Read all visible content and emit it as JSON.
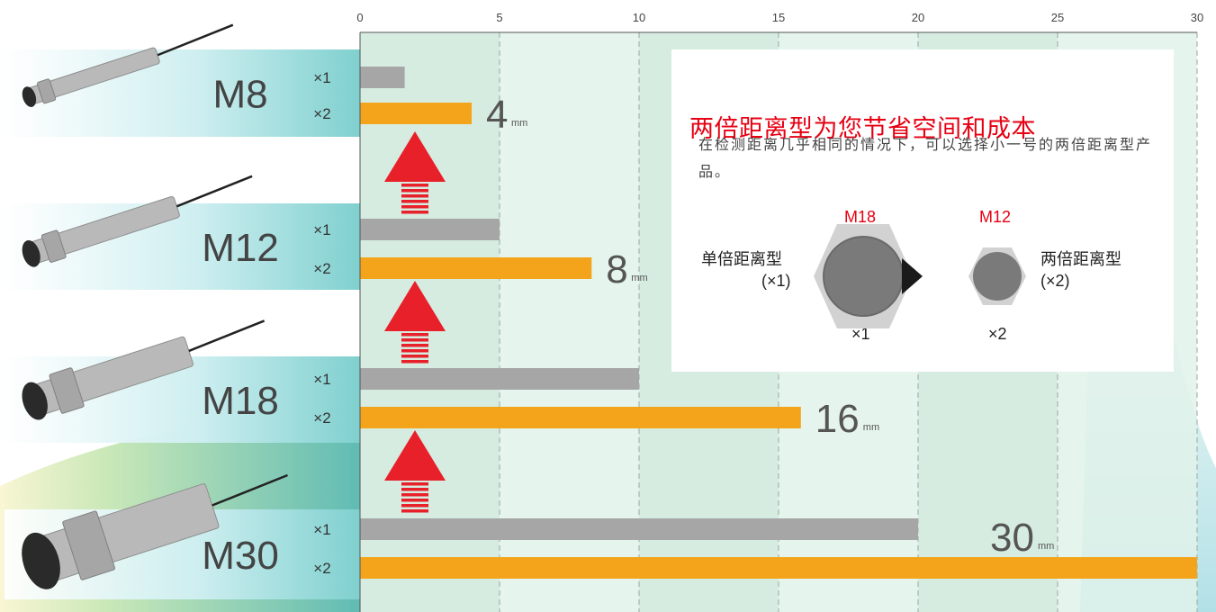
{
  "chart_data": {
    "type": "bar",
    "orientation": "horizontal",
    "x_ticks": [
      "0",
      "5",
      "10",
      "15",
      "20",
      "25",
      "30"
    ],
    "xlim": [
      0,
      30
    ],
    "grid": true,
    "categories": [
      "M8",
      "M12",
      "M18",
      "M30"
    ],
    "series": [
      {
        "name": "×1",
        "values": [
          1.6,
          5,
          10,
          20
        ]
      },
      {
        "name": "×2",
        "values": [
          4,
          8.3,
          15.8,
          30
        ]
      }
    ],
    "value_labels": [
      {
        "category": "M8",
        "text": "4",
        "unit": "mm"
      },
      {
        "category": "M12",
        "text": "8",
        "unit": "mm"
      },
      {
        "category": "M18",
        "text": "16",
        "unit": "mm"
      },
      {
        "category": "M30",
        "text": "30",
        "unit": "mm"
      }
    ],
    "colors": {
      "x1": "#a6a6a7",
      "x2": "#f4a41a",
      "arrow": "#e8202a"
    }
  },
  "info": {
    "title": "两倍距离型为您节省空间和成本",
    "description": "在检测距离几乎相同的情况下，可以选择小一号的两倍距离型产品。",
    "left_type": "单倍距离型",
    "left_mult": "(×1)",
    "right_type": "两倍距离型",
    "right_mult": "(×2)",
    "left_size": "M18",
    "right_size": "M12",
    "left_caption": "×1",
    "right_caption": "×2",
    "accent_color": "#e60012"
  }
}
